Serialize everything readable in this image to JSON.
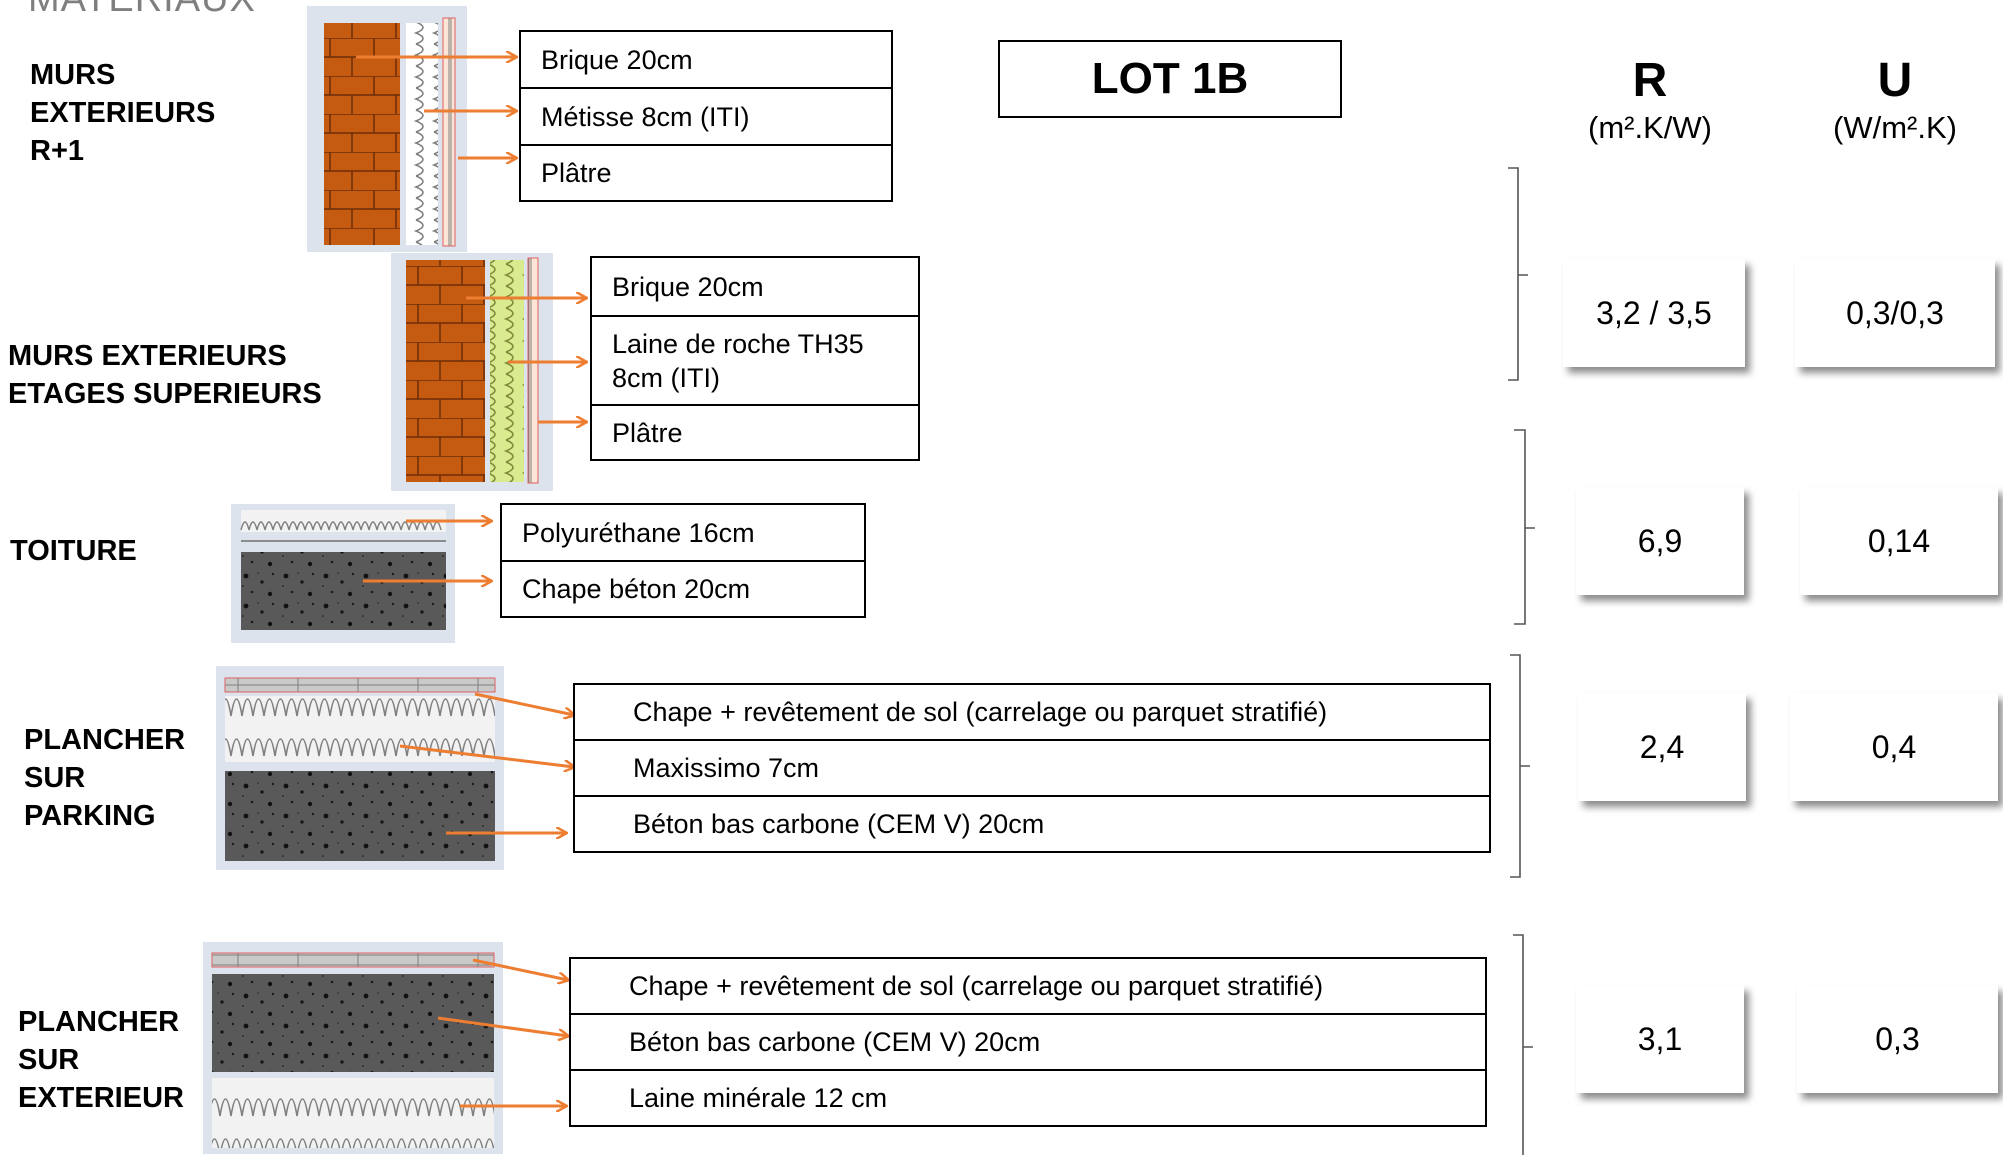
{
  "page_title": "MATERIAUX",
  "lot_title": "LOT 1B",
  "headers": {
    "r_symbol": "R",
    "r_unit": "(m².K/W)",
    "u_symbol": "U",
    "u_unit": "(W/m².K)"
  },
  "sections": [
    {
      "label_lines": [
        "MURS",
        "EXTERIEURS",
        "R+1"
      ],
      "materials": [
        "Brique 20cm",
        "Métisse 8cm (ITI)",
        "Plâtre"
      ]
    },
    {
      "label_lines": [
        "MURS EXTERIEURS",
        "ETAGES SUPERIEURS"
      ],
      "materials": [
        "Brique 20cm",
        "Laine de roche TH35 8cm (ITI)",
        "Plâtre"
      ]
    },
    {
      "label_lines": [
        "TOITURE"
      ],
      "materials": [
        "Polyuréthane 16cm",
        "Chape béton 20cm"
      ]
    },
    {
      "label_lines": [
        "PLANCHER",
        "SUR",
        "PARKING"
      ],
      "materials": [
        "Chape + revêtement de sol (carrelage ou parquet stratifié)",
        "Maxissimo 7cm",
        "Béton bas carbone (CEM V) 20cm"
      ]
    },
    {
      "label_lines": [
        "PLANCHER",
        "SUR",
        "EXTERIEUR"
      ],
      "materials": [
        "Chape + revêtement de sol (carrelage ou parquet stratifié)",
        "Béton bas carbone (CEM V) 20cm",
        "Laine minérale 12 cm"
      ]
    }
  ],
  "values": [
    {
      "r": "3,2 / 3,5",
      "u": "0,3/0,3"
    },
    {
      "r": "6,9",
      "u": "0,14"
    },
    {
      "r": "2,4",
      "u": "0,4"
    },
    {
      "r": "3,1",
      "u": "0,3"
    }
  ],
  "colors": {
    "arrow": "#ed7d31",
    "brick": "#c55a11",
    "concrete": "#595959",
    "insulation_yellow": "#d9ea8f"
  }
}
